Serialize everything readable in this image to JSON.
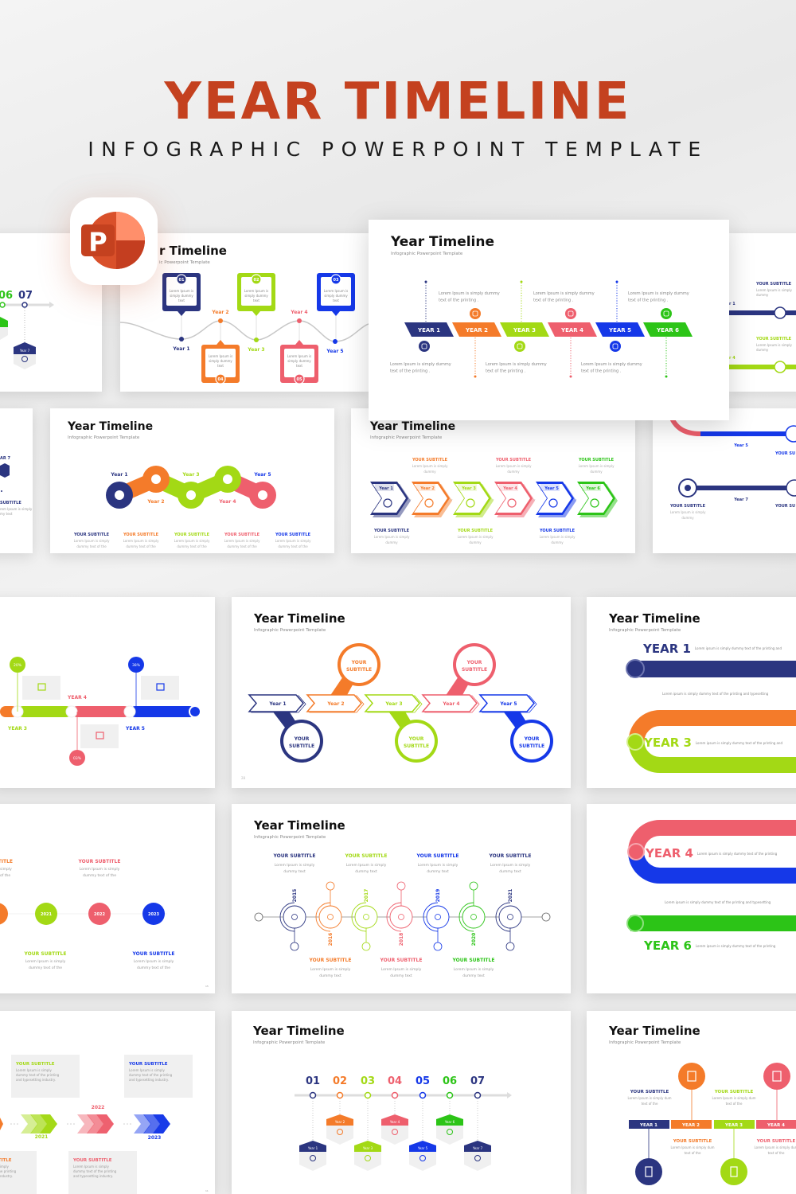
{
  "header": {
    "title": "YEAR TIMELINE",
    "subtitle": "INFOGRAPHIC POWERPOINT TEMPLATE"
  },
  "app_icon": {
    "name": "powerpoint-icon",
    "letter": "P"
  },
  "colors": {
    "title": "#c4411f",
    "navy": "#2b3580",
    "orange": "#f47b2a",
    "lime": "#a3d915",
    "pink": "#ee5f6d",
    "blue": "#1538e8",
    "green": "#2cc417"
  },
  "common": {
    "slide_title": "Year Timeline",
    "slide_subtitle": "Infographic Powerpoint Template",
    "your_subtitle": "YOUR SUBTITLE"
  },
  "slides": {
    "featured": {
      "years": [
        "YEAR 1",
        "YEAR 2",
        "YEAR 3",
        "YEAR 4",
        "YEAR 5",
        "YEAR 6"
      ],
      "text": [
        "Lorem Ipsum is simply dummy",
        "text of the printing ."
      ],
      "icons": [
        "lightbulb-icon",
        "document-icon",
        "mail-icon",
        "cloud-icon",
        "calendar-icon",
        "chat-icon"
      ]
    },
    "wave": {
      "title_cut": "r Timeline",
      "subtitle_cut": "ic Powerpoint Template",
      "years": [
        "Year 1",
        "Year 2",
        "Year 3",
        "Year 4",
        "Year 5"
      ],
      "numbers": [
        "01",
        "02",
        "03",
        "04",
        "05"
      ],
      "box_text": [
        "Lorem Ipsum is",
        "simply dummy",
        "text"
      ]
    },
    "partial_numbers": {
      "numbers": [
        "06",
        "07"
      ],
      "label": "Year 7"
    },
    "partial_right": {
      "labels": [
        "r 1",
        "r 4"
      ],
      "text": [
        "Lorem Ipsum is simply",
        "dummy"
      ]
    },
    "partial_left": {
      "year": "AR 7",
      "subtitle": "SUBTITLE",
      "text": [
        "rem Ipsum is simply",
        "my text"
      ]
    },
    "chain": {
      "years": [
        "Year 1",
        "Year 2",
        "Year 3",
        "Year 4",
        "Year 5"
      ],
      "text": [
        "Lorem Ipsum is simply",
        "dummy text of the"
      ]
    },
    "chevrons": {
      "years": [
        "Year 1",
        "Year 2",
        "Year 3",
        "Year 4",
        "Year 5",
        "Year 6"
      ],
      "text": [
        "Lorem Ipsum is simply",
        "dummy"
      ]
    },
    "loops_partial": {
      "years": [
        "Year 5",
        "Year 7"
      ],
      "subtitle_cut": "YOUR SU",
      "text": [
        "Lorem Ipsum is simply",
        "dummy"
      ]
    },
    "progress": {
      "years": [
        "YEAR 3",
        "YEAR 4",
        "YEAR 5"
      ],
      "percents": [
        "20%",
        "03%",
        "38%"
      ]
    },
    "arrows": {
      "years": [
        "Year 1",
        "Year 2",
        "Year 3",
        "Year 4",
        "Year 5"
      ],
      "subtitle": [
        "YOUR",
        "SUBTITLE"
      ],
      "page": "28"
    },
    "bars_top": {
      "years": [
        "YEAR 1",
        "YEAR 3"
      ],
      "text": "Lorem ipsum is simply dummy text of the printing and",
      "center_text": "Lorem ipsum is simply dummy text of the printing and typesetting"
    },
    "bars_bottom": {
      "years": [
        "YEAR 4",
        "YEAR 6"
      ],
      "text": "Lorem ipsum is simply dummy text of the printing",
      "center_text": "Lorem ipsum is simply dummy text of the printing and typesetting"
    },
    "dots": {
      "years": [
        "2021",
        "2022",
        "2023"
      ],
      "cut_subtitle": "TITLE",
      "cut_text": [
        "simply",
        "of the"
      ],
      "text": [
        "Lorem Ipsum is simply",
        "dummy text of the"
      ],
      "page": "15"
    },
    "circles": {
      "years": [
        "2015",
        "2016",
        "2017",
        "2018",
        "2019",
        "2020",
        "2021"
      ],
      "text": [
        "Lorem Ipsum is simply",
        "dummy text"
      ]
    },
    "arrow_years": {
      "years": [
        "2021",
        "2022",
        "2023"
      ],
      "cut_subtitle": "LE",
      "cut_text": [
        "ply",
        "printing",
        "ustry"
      ],
      "text": [
        "Lorem Ipsum is simply",
        "dummy text of the printing",
        "and typesetting industry."
      ],
      "page": "11"
    },
    "numbered": {
      "numbers": [
        "01",
        "02",
        "03",
        "04",
        "05",
        "06",
        "07"
      ],
      "years": [
        "Year 1",
        "Year 2",
        "Year 3",
        "Year 4",
        "Year 5",
        "Year 6",
        "Year 7"
      ]
    },
    "year_bars": {
      "years": [
        "YEAR 1",
        "YEAR 2",
        "YEAR 3",
        "YEAR 4"
      ],
      "text": [
        "Lorem Ipsum is simply dum",
        "text of the"
      ]
    }
  }
}
